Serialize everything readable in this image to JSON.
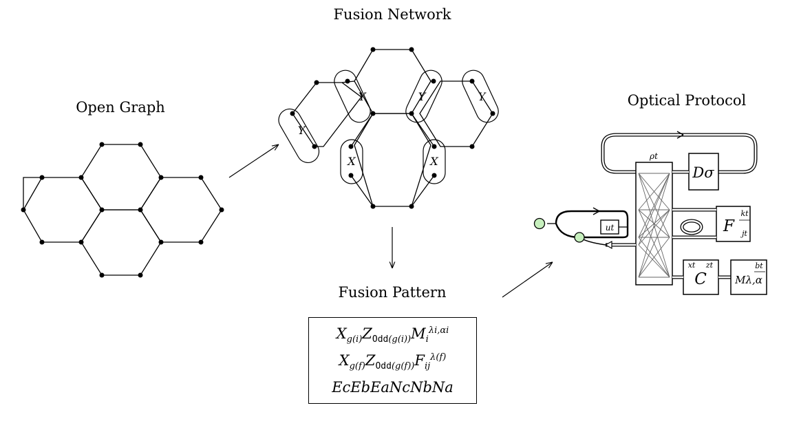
{
  "titles": {
    "open_graph": "Open Graph",
    "fusion_network": "Fusion Network",
    "fusion_pattern": "Fusion Pattern",
    "optical_protocol": "Optical Protocol"
  },
  "fusion_labels": {
    "y": "Y",
    "x": "X"
  },
  "pattern": {
    "line1": {
      "X": "X",
      "X_sub": "g(i)",
      "Z": "Z",
      "Z_sub_code": "Odd",
      "Z_sub_rest": "(g(i))",
      "M": "M",
      "M_sub": "i",
      "M_sup": "λi,αi"
    },
    "line2": {
      "X": "X",
      "X_sub": "g(f)",
      "Z": "Z",
      "Z_sub_code": "Odd",
      "Z_sub_rest": "(g(f))",
      "F": "F",
      "F_sub": "ij",
      "F_sup": "λ(f)"
    },
    "line3": "EcEbEaNcNbNa"
  },
  "optical": {
    "rho": "ρt",
    "d": "Dσ",
    "u": "ut",
    "f": "F",
    "f_top": "kt",
    "f_bottom": "jt",
    "c": "C",
    "c_x": "xt",
    "c_z": "zt",
    "m": "Mλ,α",
    "m_top": "bt"
  },
  "colors": {
    "node": "#000000",
    "green_node": "#c6efbd"
  }
}
